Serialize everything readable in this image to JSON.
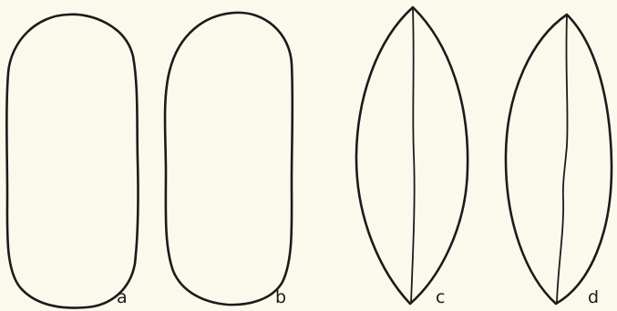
{
  "figure": {
    "panels": [
      {
        "id": "a",
        "label": "a",
        "shape": "rounded-oblong"
      },
      {
        "id": "b",
        "label": "b",
        "shape": "rounded-oblong"
      },
      {
        "id": "c",
        "label": "c",
        "shape": "pointed-lens-with-midline"
      },
      {
        "id": "d",
        "label": "d",
        "shape": "pointed-lens-with-wavy-midline"
      }
    ]
  }
}
